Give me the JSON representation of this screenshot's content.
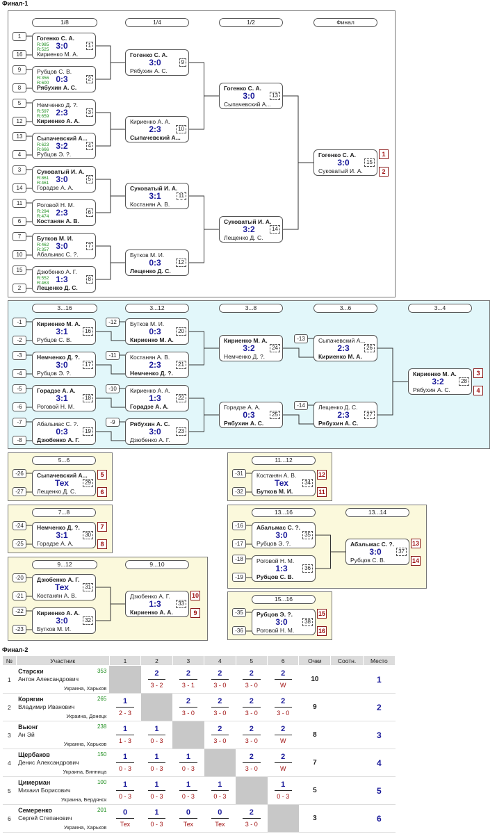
{
  "final1_title": "Финал-1",
  "final2_title": "Финал-2",
  "rounds": {
    "main": [
      "1/8",
      "1/4",
      "1/2",
      "Финал"
    ],
    "cons": [
      "3...16",
      "3...12",
      "3...8",
      "3...6",
      "3...4"
    ],
    "p5_6": "5...6",
    "p7_8": "7...8",
    "p9_12": "9...12",
    "p9_10": "9...10",
    "p11_12": "11...12",
    "p13_16": "13...16",
    "p13_14": "13...14",
    "p15_16": "15...16"
  },
  "main_seeds": [
    "1",
    "16",
    "9",
    "8",
    "5",
    "12",
    "13",
    "4",
    "3",
    "14",
    "11",
    "6",
    "7",
    "10",
    "15",
    "2"
  ],
  "main_r1": [
    {
      "p1": "Гогенко С. А.",
      "p2": "Кириенко М. А.",
      "w": 1,
      "score": "3:0",
      "num": "1",
      "r1": "R:985",
      "r2": "R:525"
    },
    {
      "p1": "Рубцов С. В.",
      "p2": "Рябухин А. С.",
      "w": 2,
      "score": "0:3",
      "num": "2",
      "r1": "R:356",
      "r2": "R:600"
    },
    {
      "p1": "Немченко Д. ?.",
      "p2": "Кириенко А. А.",
      "w": 2,
      "score": "2:3",
      "num": "3",
      "r1": "R:597",
      "r2": "R:659"
    },
    {
      "p1": "Сыпачевский А...",
      "p2": "Рубцов Э. ?.",
      "w": 1,
      "score": "3:2",
      "num": "4",
      "r1": "R:623",
      "r2": "R:666"
    },
    {
      "p1": "Суковатый И. А.",
      "p2": "Горадзе А. А.",
      "w": 1,
      "score": "3:0",
      "num": "5",
      "r1": "R:861",
      "r2": "R:461"
    },
    {
      "p1": "Роговой Н. М.",
      "p2": "Костанян А. В.",
      "w": 2,
      "score": "2:3",
      "num": "6",
      "r1": "R:294",
      "r2": "R:474"
    },
    {
      "p1": "Бутков М. И.",
      "p2": "Абальмас С. ?.",
      "w": 1,
      "score": "3:0",
      "num": "7",
      "r1": "R:462",
      "r2": "R:357"
    },
    {
      "p1": "Дзюбенко А. Г.",
      "p2": "Лещенко Д. С.",
      "w": 2,
      "score": "1:3",
      "num": "8",
      "r1": "R:552",
      "r2": "R:463"
    }
  ],
  "main_r2": [
    {
      "p1": "Гогенко С. А.",
      "p2": "Рябухин А. С.",
      "w": 1,
      "score": "3:0",
      "num": "9"
    },
    {
      "p1": "Кириенко А. А.",
      "p2": "Сыпачевский А...",
      "w": 2,
      "score": "2:3",
      "num": "10"
    },
    {
      "p1": "Суковатый И. А.",
      "p2": "Костанян А. В.",
      "w": 1,
      "score": "3:1",
      "num": "11"
    },
    {
      "p1": "Бутков М. И.",
      "p2": "Лещенко Д. С.",
      "w": 2,
      "score": "0:3",
      "num": "12"
    }
  ],
  "main_r3": [
    {
      "p1": "Гогенко С. А.",
      "p2": "Сыпачевский А...",
      "w": 1,
      "score": "3:0",
      "num": "13"
    },
    {
      "p1": "Суковатый И. А.",
      "p2": "Лещенко Д. С.",
      "w": 1,
      "score": "3:2",
      "num": "14"
    }
  ],
  "main_final": {
    "p1": "Гогенко С. А.",
    "p2": "Суковатый И. А.",
    "w": 1,
    "score": "3:0",
    "num": "15",
    "place1": "1",
    "place2": "2"
  },
  "cons_seeds_r1": [
    "-1",
    "-2",
    "-3",
    "-4",
    "-5",
    "-6",
    "-7",
    "-8"
  ],
  "cons_seeds_r2": [
    "-12",
    "-11",
    "-10",
    "-9"
  ],
  "cons_seeds_r4": [
    "-13",
    "-14"
  ],
  "cons_r1": [
    {
      "p1": "Кириенко М. А.",
      "p2": "Рубцов С. В.",
      "w": 1,
      "score": "3:1",
      "num": "16"
    },
    {
      "p1": "Немченко Д. ?.",
      "p2": "Рубцов Э. ?.",
      "w": 1,
      "score": "3:0",
      "num": "17"
    },
    {
      "p1": "Горадзе А. А.",
      "p2": "Роговой Н. М.",
      "w": 1,
      "score": "3:1",
      "num": "18"
    },
    {
      "p1": "Абальмас С. ?.",
      "p2": "Дзюбенко А. Г.",
      "w": 2,
      "score": "0:3",
      "num": "19"
    }
  ],
  "cons_r2": [
    {
      "p1": "Бутков М. И.",
      "p2": "Кириенко М. А.",
      "w": 2,
      "score": "0:3",
      "num": "20"
    },
    {
      "p1": "Костанян А. В.",
      "p2": "Немченко Д. ?.",
      "w": 2,
      "score": "2:3",
      "num": "21"
    },
    {
      "p1": "Кириенко А. А.",
      "p2": "Горадзе А. А.",
      "w": 2,
      "score": "1:3",
      "num": "22"
    },
    {
      "p1": "Рябухин А. С.",
      "p2": "Дзюбенко А. Г.",
      "w": 1,
      "score": "3:0",
      "num": "23"
    }
  ],
  "cons_r3": [
    {
      "p1": "Кириенко М. А.",
      "p2": "Немченко Д. ?.",
      "w": 1,
      "score": "3:2",
      "num": "24"
    },
    {
      "p1": "Горадзе А. А.",
      "p2": "Рябухин А. С.",
      "w": 2,
      "score": "0:3",
      "num": "25"
    }
  ],
  "cons_r4": [
    {
      "p1": "Сыпачевский А...",
      "p2": "Кириенко М. А.",
      "w": 2,
      "score": "2:3",
      "num": "26"
    },
    {
      "p1": "Лещенко Д. С.",
      "p2": "Рябухин А. С.",
      "w": 2,
      "score": "2:3",
      "num": "27"
    }
  ],
  "cons_final": {
    "p1": "Кириенко М. А.",
    "p2": "Рябухин А. С.",
    "w": 1,
    "score": "3:2",
    "num": "28",
    "place1": "3",
    "place2": "4"
  },
  "m5_6": {
    "s1": "-26",
    "s2": "-27",
    "p1": "Сыпачевский А...",
    "p2": "Лещенко Д. С.",
    "w": 1,
    "score": "Тех",
    "num": "29",
    "place1": "5",
    "place2": "6"
  },
  "m7_8": {
    "s1": "-24",
    "s2": "-25",
    "p1": "Немченко Д. ?.",
    "p2": "Горадзе А. А.",
    "w": 1,
    "score": "3:1",
    "num": "30",
    "place1": "7",
    "place2": "8"
  },
  "m9_12": [
    {
      "s1": "-20",
      "s2": "-21",
      "p1": "Дзюбенко А. Г.",
      "p2": "Костанян А. В.",
      "w": 1,
      "score": "Тех",
      "num": "31"
    },
    {
      "s1": "-22",
      "s2": "-23",
      "p1": "Кириенко А. А.",
      "p2": "Бутков М. И.",
      "w": 1,
      "score": "3:0",
      "num": "32"
    }
  ],
  "m9_10": {
    "p1": "Дзюбенко А. Г.",
    "p2": "Кириенко А. А.",
    "w": 2,
    "score": "1:3",
    "num": "33",
    "place1": "10",
    "place2": "9"
  },
  "m11_12": {
    "s1": "-31",
    "s2": "-32",
    "p1": "Костанян А. В.",
    "p2": "Бутков М. И.",
    "w": 2,
    "score": "Тех",
    "num": "34",
    "place1": "12",
    "place2": "11"
  },
  "m13_16": [
    {
      "s1": "-16",
      "s2": "-17",
      "p1": "Абальмас С. ?.",
      "p2": "Рубцов Э. ?.",
      "w": 1,
      "score": "3:0",
      "num": "35"
    },
    {
      "s1": "-18",
      "s2": "-19",
      "p1": "Роговой Н. М.",
      "p2": "Рубцов С. В.",
      "w": 2,
      "score": "1:3",
      "num": "36"
    }
  ],
  "m13_14": {
    "p1": "Абальмас С. ?.",
    "p2": "Рубцов С. В.",
    "w": 1,
    "score": "3:0",
    "num": "37",
    "place1": "13",
    "place2": "14"
  },
  "m15_16": {
    "s1": "-35",
    "s2": "-36",
    "p1": "Рубцов Э. ?.",
    "p2": "Роговой Н. М.",
    "w": 1,
    "score": "3:0",
    "num": "38",
    "place1": "15",
    "place2": "16"
  },
  "table": {
    "headers": [
      "№",
      "Участник",
      "1",
      "2",
      "3",
      "4",
      "5",
      "6",
      "Очки",
      "Соотн.",
      "Место"
    ],
    "rows": [
      {
        "no": "1",
        "last": "Старски",
        "first": "Антон Александрович",
        "rating": "353",
        "loc": "Украина, Харьков",
        "cells": [
          null,
          [
            "2",
            "3 - 2"
          ],
          [
            "2",
            "3 - 1"
          ],
          [
            "2",
            "3 - 0"
          ],
          [
            "2",
            "3 - 0"
          ],
          [
            "2",
            "W"
          ]
        ],
        "points": "10",
        "place": "1"
      },
      {
        "no": "2",
        "last": "Корягин",
        "first": "Владимир Иванович",
        "rating": "265",
        "loc": "Украина, Донецк",
        "cells": [
          [
            "1",
            "2 - 3"
          ],
          null,
          [
            "2",
            "3 - 0"
          ],
          [
            "2",
            "3 - 0"
          ],
          [
            "2",
            "3 - 0"
          ],
          [
            "2",
            "3 - 0"
          ]
        ],
        "points": "9",
        "place": "2"
      },
      {
        "no": "3",
        "last": "Вьюнг",
        "first": "Ан Эй",
        "rating": "238",
        "loc": "Украина, Харьков",
        "cells": [
          [
            "1",
            "1 - 3"
          ],
          [
            "1",
            "0 - 3"
          ],
          null,
          [
            "2",
            "3 - 0"
          ],
          [
            "2",
            "3 - 0"
          ],
          [
            "2",
            "W"
          ]
        ],
        "points": "8",
        "place": "3"
      },
      {
        "no": "4",
        "last": "Щербаков",
        "first": "Денис Александрович",
        "rating": "150",
        "loc": "Украина, Винница",
        "cells": [
          [
            "1",
            "0 - 3"
          ],
          [
            "1",
            "0 - 3"
          ],
          [
            "1",
            "0 - 3"
          ],
          null,
          [
            "2",
            "3 - 0"
          ],
          [
            "2",
            "W"
          ]
        ],
        "points": "7",
        "place": "4"
      },
      {
        "no": "5",
        "last": "Цимерман",
        "first": "Михаил Борисович",
        "rating": "100",
        "loc": "Украина, Бердянск",
        "cells": [
          [
            "1",
            "0 - 3"
          ],
          [
            "1",
            "0 - 3"
          ],
          [
            "1",
            "0 - 3"
          ],
          [
            "1",
            "0 - 3"
          ],
          null,
          [
            "1",
            "0 - 3"
          ]
        ],
        "points": "5",
        "place": "5"
      },
      {
        "no": "6",
        "last": "Семеренко",
        "first": "Сергей Степанович",
        "rating": "201",
        "loc": "Украина, Харьков",
        "cells": [
          [
            "0",
            "Тех"
          ],
          [
            "1",
            "0 - 3"
          ],
          [
            "0",
            "Тех"
          ],
          [
            "0",
            "Тех"
          ],
          [
            "2",
            "3 - 0"
          ],
          null
        ],
        "points": "3",
        "place": "6"
      }
    ]
  }
}
